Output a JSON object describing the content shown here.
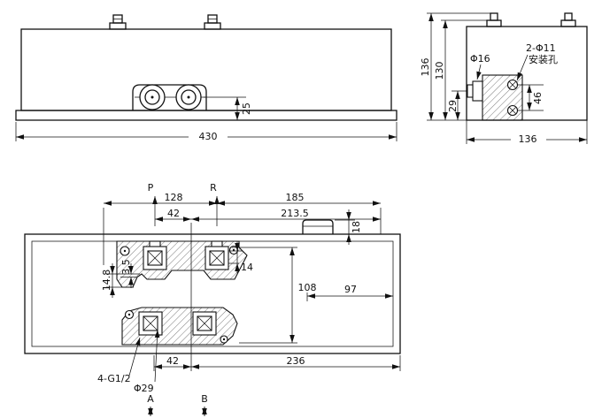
{
  "front_view": {
    "dim_width": "430",
    "dim_port_center": "25"
  },
  "side_view": {
    "dim_total_height": "136",
    "dim_body_height": "130",
    "dim_port_center": "29",
    "dim_hole_spacing": "46",
    "dim_width": "136",
    "label_shaft_dia": "Φ16",
    "label_holes": "2-Φ11",
    "label_holes_cn": "安装孔"
  },
  "plan_view": {
    "port_p": "P",
    "port_r": "R",
    "port_a": "A",
    "port_b": "B",
    "dim_128": "128",
    "dim_42_top": "42",
    "dim_185": "185",
    "dim_213_5": "213.5",
    "dim_18": "18",
    "dim_14": "14",
    "dim_108": "108",
    "dim_97": "97",
    "dim_14_8": "14.8",
    "dim_3_5": "3.5",
    "dim_42_bottom": "42",
    "dim_236": "236",
    "label_thread": "4-G1/2",
    "label_bore": "Φ29"
  }
}
